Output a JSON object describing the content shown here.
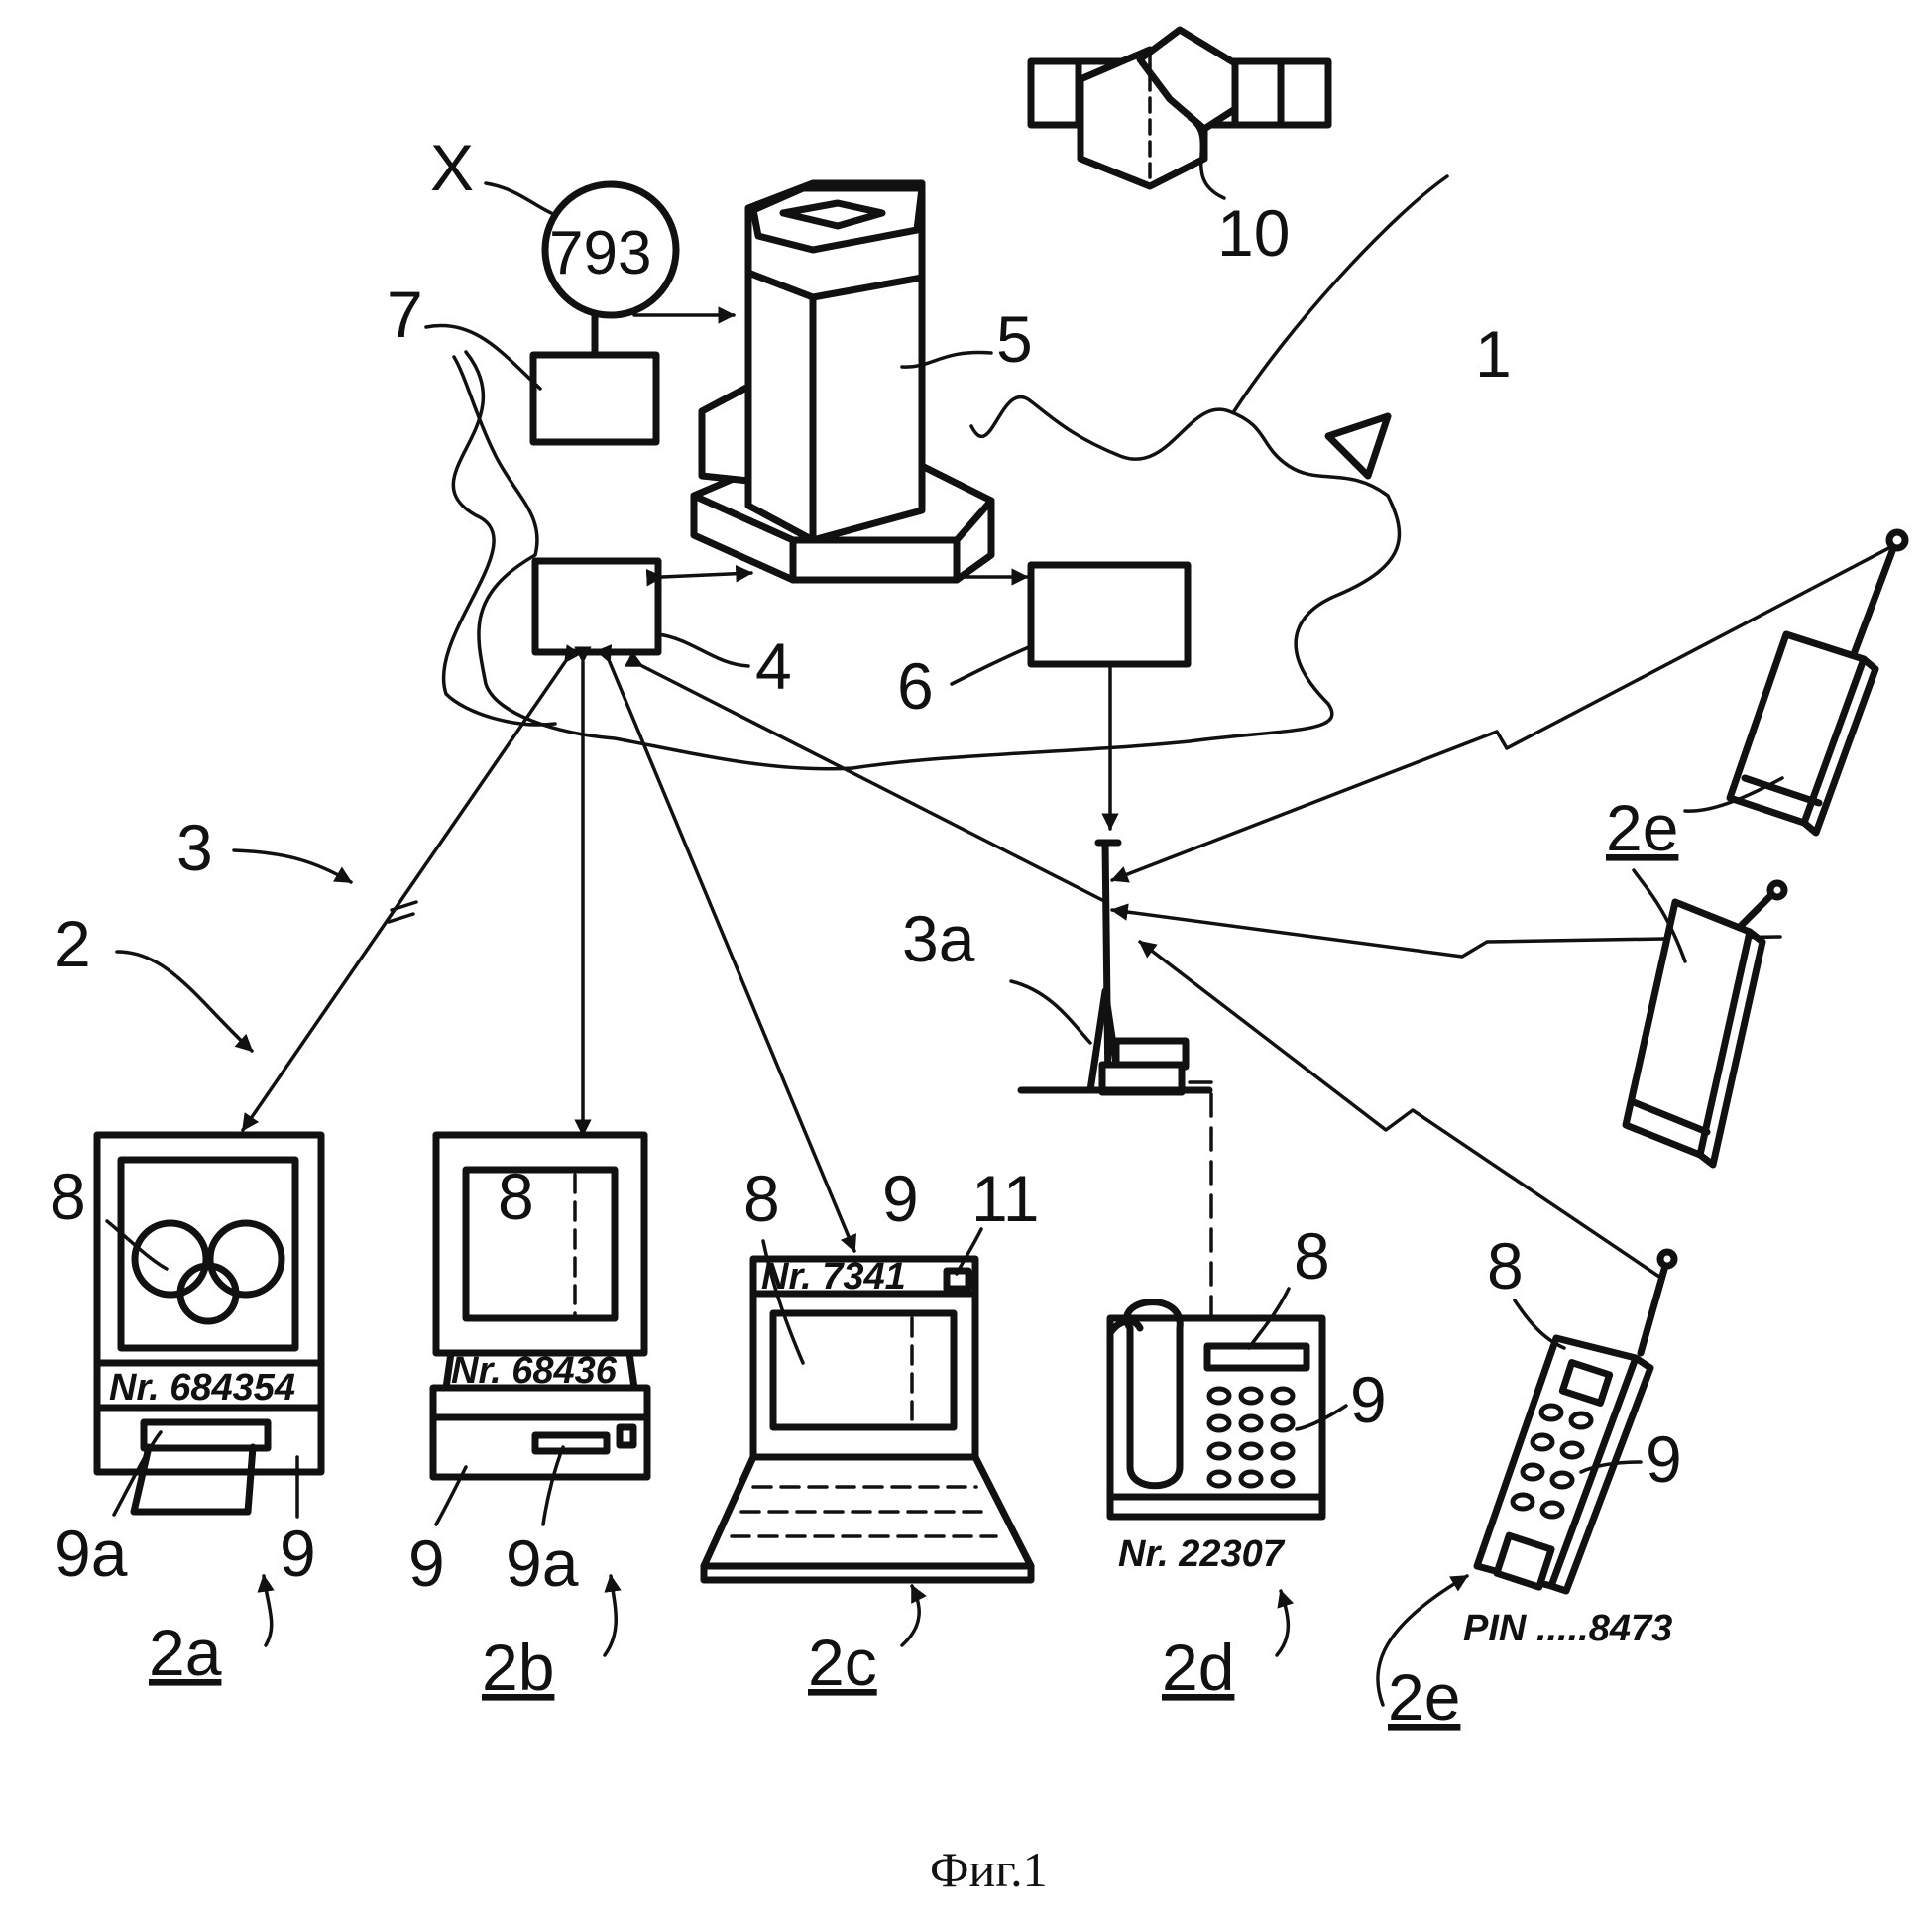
{
  "caption": "Фиг.1",
  "indicator": {
    "prefix": "X",
    "value": "793"
  },
  "labels": {
    "network": "1",
    "terminals_group": "2",
    "link": "3",
    "radio_mast": "3a",
    "switch": "4",
    "computer_center": "5",
    "transmitter": "6",
    "counter": "7",
    "satellite": "10",
    "screen": "8",
    "keyboard": "9",
    "card_slot": "9a",
    "card_reader": "11"
  },
  "terminals": [
    {
      "id": "2a",
      "kind": "tv-terminal",
      "plate": "Nr. 684354"
    },
    {
      "id": "2b",
      "kind": "desktop-pc",
      "plate": "Nr. 68436"
    },
    {
      "id": "2c",
      "kind": "laptop",
      "plate": "Nr. 7341"
    },
    {
      "id": "2d",
      "kind": "telephone",
      "plate": "Nr. 22307"
    },
    {
      "id": "2e",
      "kind": "mobile-phone",
      "plate": "PIN .....8473"
    }
  ]
}
